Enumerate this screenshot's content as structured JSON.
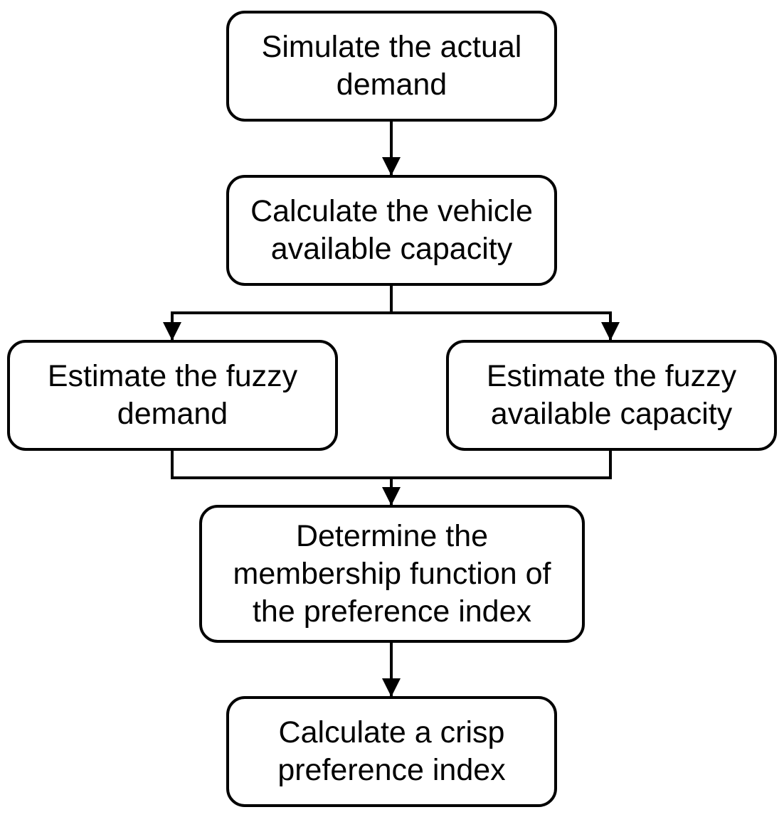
{
  "flowchart": {
    "steps": {
      "simulate_demand": [
        "Simulate the actual",
        "demand"
      ],
      "calculate_capacity": [
        "Calculate the vehicle",
        "available capacity"
      ],
      "estimate_fuzzy_demand": [
        "Estimate the fuzzy",
        "demand"
      ],
      "estimate_fuzzy_capacity": [
        "Estimate the fuzzy",
        "available capacity"
      ],
      "determine_membership": [
        "Determine the",
        "membership function of",
        "the preference index"
      ],
      "calculate_crisp_index": [
        "Calculate a crisp",
        "preference index"
      ]
    }
  }
}
